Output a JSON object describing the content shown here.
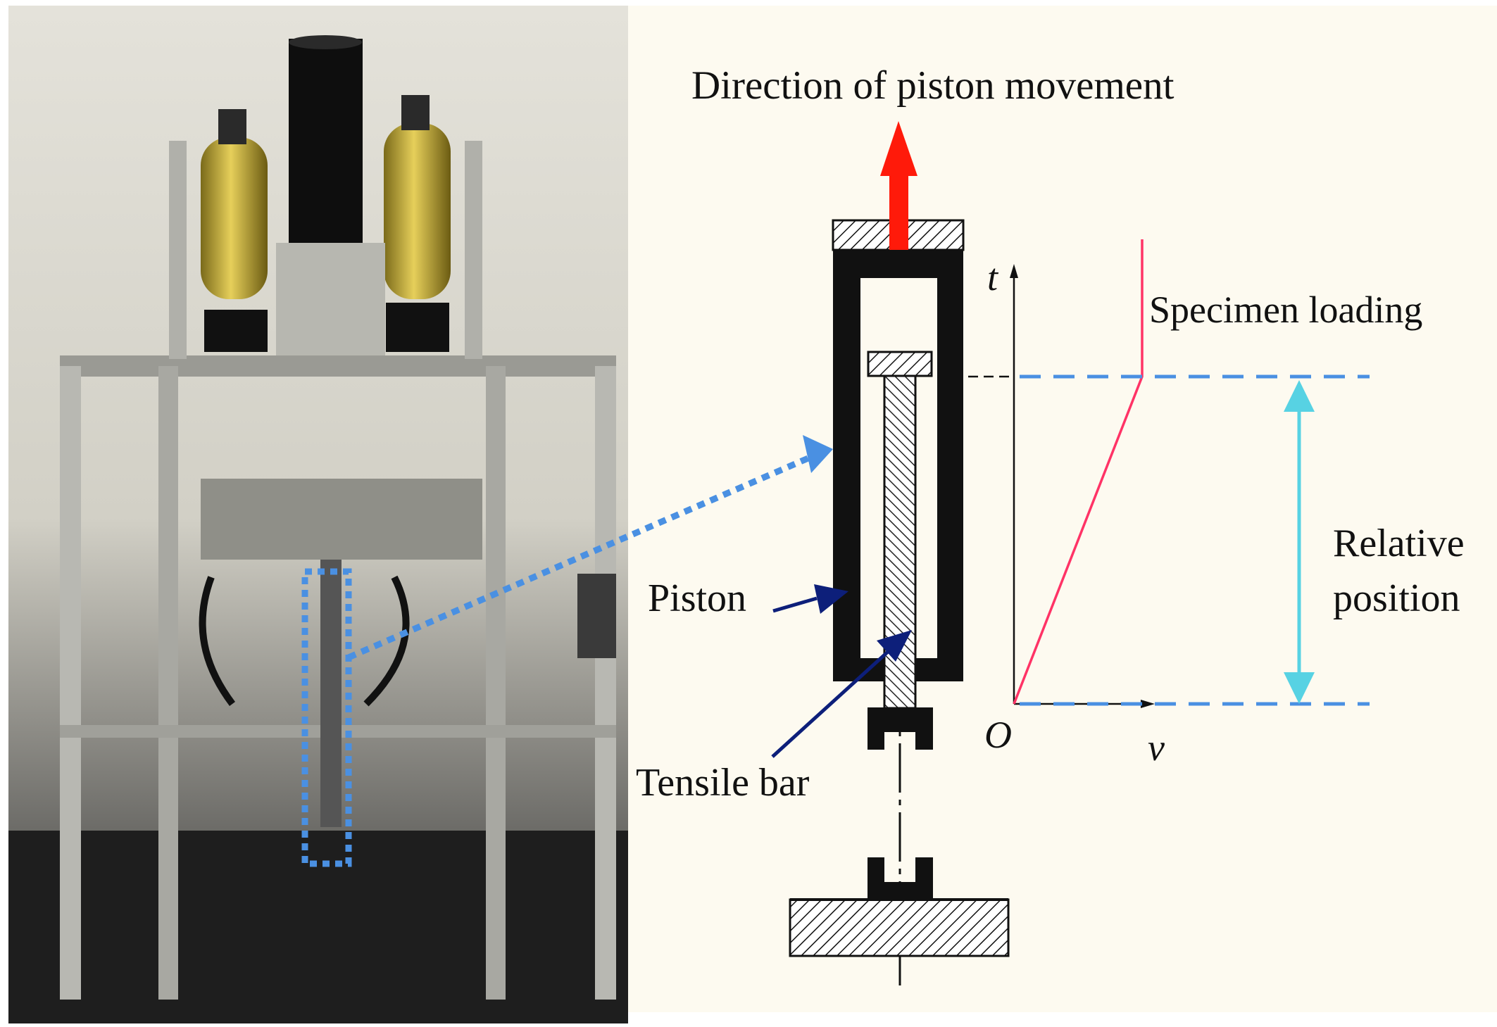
{
  "labels": {
    "direction": "Direction of piston movement",
    "specimen_loading": "Specimen loading",
    "relative_line1": "Relative",
    "relative_line2": "position",
    "piston": "Piston",
    "tensile_bar": "Tensile bar",
    "axis_t": "t",
    "axis_v": "v",
    "origin": "O"
  },
  "colors": {
    "direction_arrow": "#ff1a0a",
    "curve": "#ff3366",
    "dashed_guides": "#4a90e2",
    "relative_arrow": "#57d2e3",
    "pointer_arrows": "#0d1f7a",
    "callout_dots": "#4a90e2",
    "diagram_bg": "#fdfaf0"
  },
  "photo": {
    "description_icon": "high-speed-tensile-testing-machine-photo"
  }
}
